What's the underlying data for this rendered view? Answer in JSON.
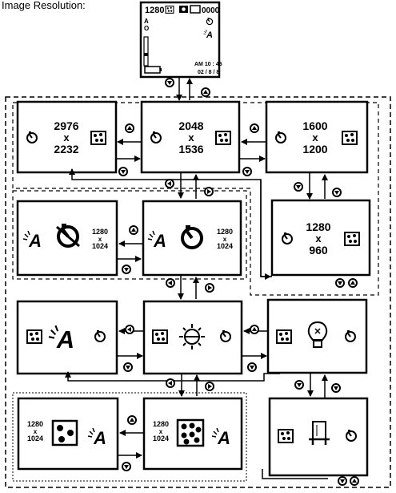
{
  "title": "Image Resolution:",
  "preview": {
    "resolution": "1280",
    "counter": "0000",
    "time": "AM 10 : 46",
    "date": "02 / 8 / 8"
  },
  "resolutions": {
    "r2976_top": "2976",
    "r2976_x": "x",
    "r2976_bottom": "2232",
    "r2048_top": "2048",
    "r2048_x": "x",
    "r2048_bottom": "1536",
    "r1600_top": "1600",
    "r1600_x": "x",
    "r1600_bottom": "1200",
    "r1280_top": "1280",
    "r1280_x": "x",
    "r1280_bottom": "960"
  },
  "small_res": {
    "top": "1280",
    "x": "x",
    "bottom": "1024"
  },
  "icons": {
    "timer": "self-timer-icon",
    "quality": "quality-dots-icon",
    "flash_auto": "flash-auto-icon",
    "timer_off": "timer-off-icon",
    "sun": "daylight-icon",
    "bulb": "tungsten-bulb-icon",
    "fluorescent": "fluorescent-lamp-icon",
    "nav_up": "up-button-icon",
    "nav_down": "down-button-icon",
    "nav_left": "left-button-icon",
    "nav_right": "right-button-icon"
  }
}
